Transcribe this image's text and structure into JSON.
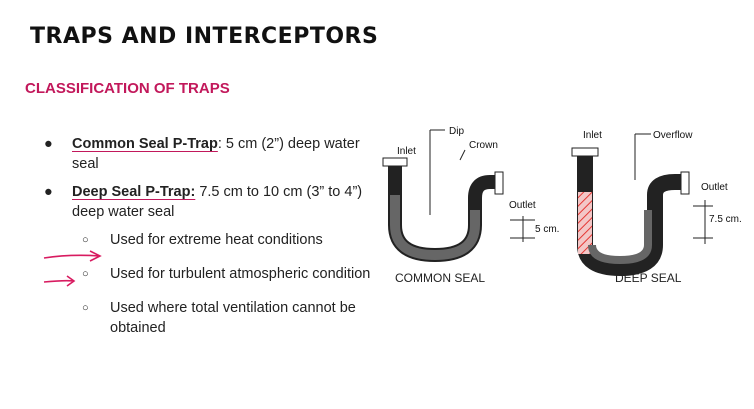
{
  "title": "TRAPS AND INTERCEPTORS",
  "subtitle": "CLASSIFICATION OF TRAPS",
  "bullets": [
    {
      "term": "Common Seal P-Trap",
      "text": ": 5 cm (2”) deep water seal"
    },
    {
      "term": "Deep Seal P-Trap:",
      "text": " 7.5 cm to 10 cm (3” to 4”) deep water seal"
    }
  ],
  "sub_bullets": [
    "Used for extreme heat conditions",
    "Used for turbulent atmospheric condition",
    "Used where total ventilation cannot be obtained"
  ],
  "figure": {
    "common": {
      "inlet": "Inlet",
      "dip": "Dip",
      "crown": "Crown",
      "outlet": "Outlet",
      "seal_depth": "5 cm.",
      "caption": "COMMON SEAL"
    },
    "deep": {
      "inlet": "Inlet",
      "overflow": "Overflow",
      "outlet": "Outlet",
      "seal_depth": "7.5 cm.",
      "caption": "DEEP SEAL"
    }
  },
  "colors": {
    "accent": "#c2185b",
    "annotation": "#d81b60",
    "water": "#555555",
    "hatch": "#e53935"
  }
}
